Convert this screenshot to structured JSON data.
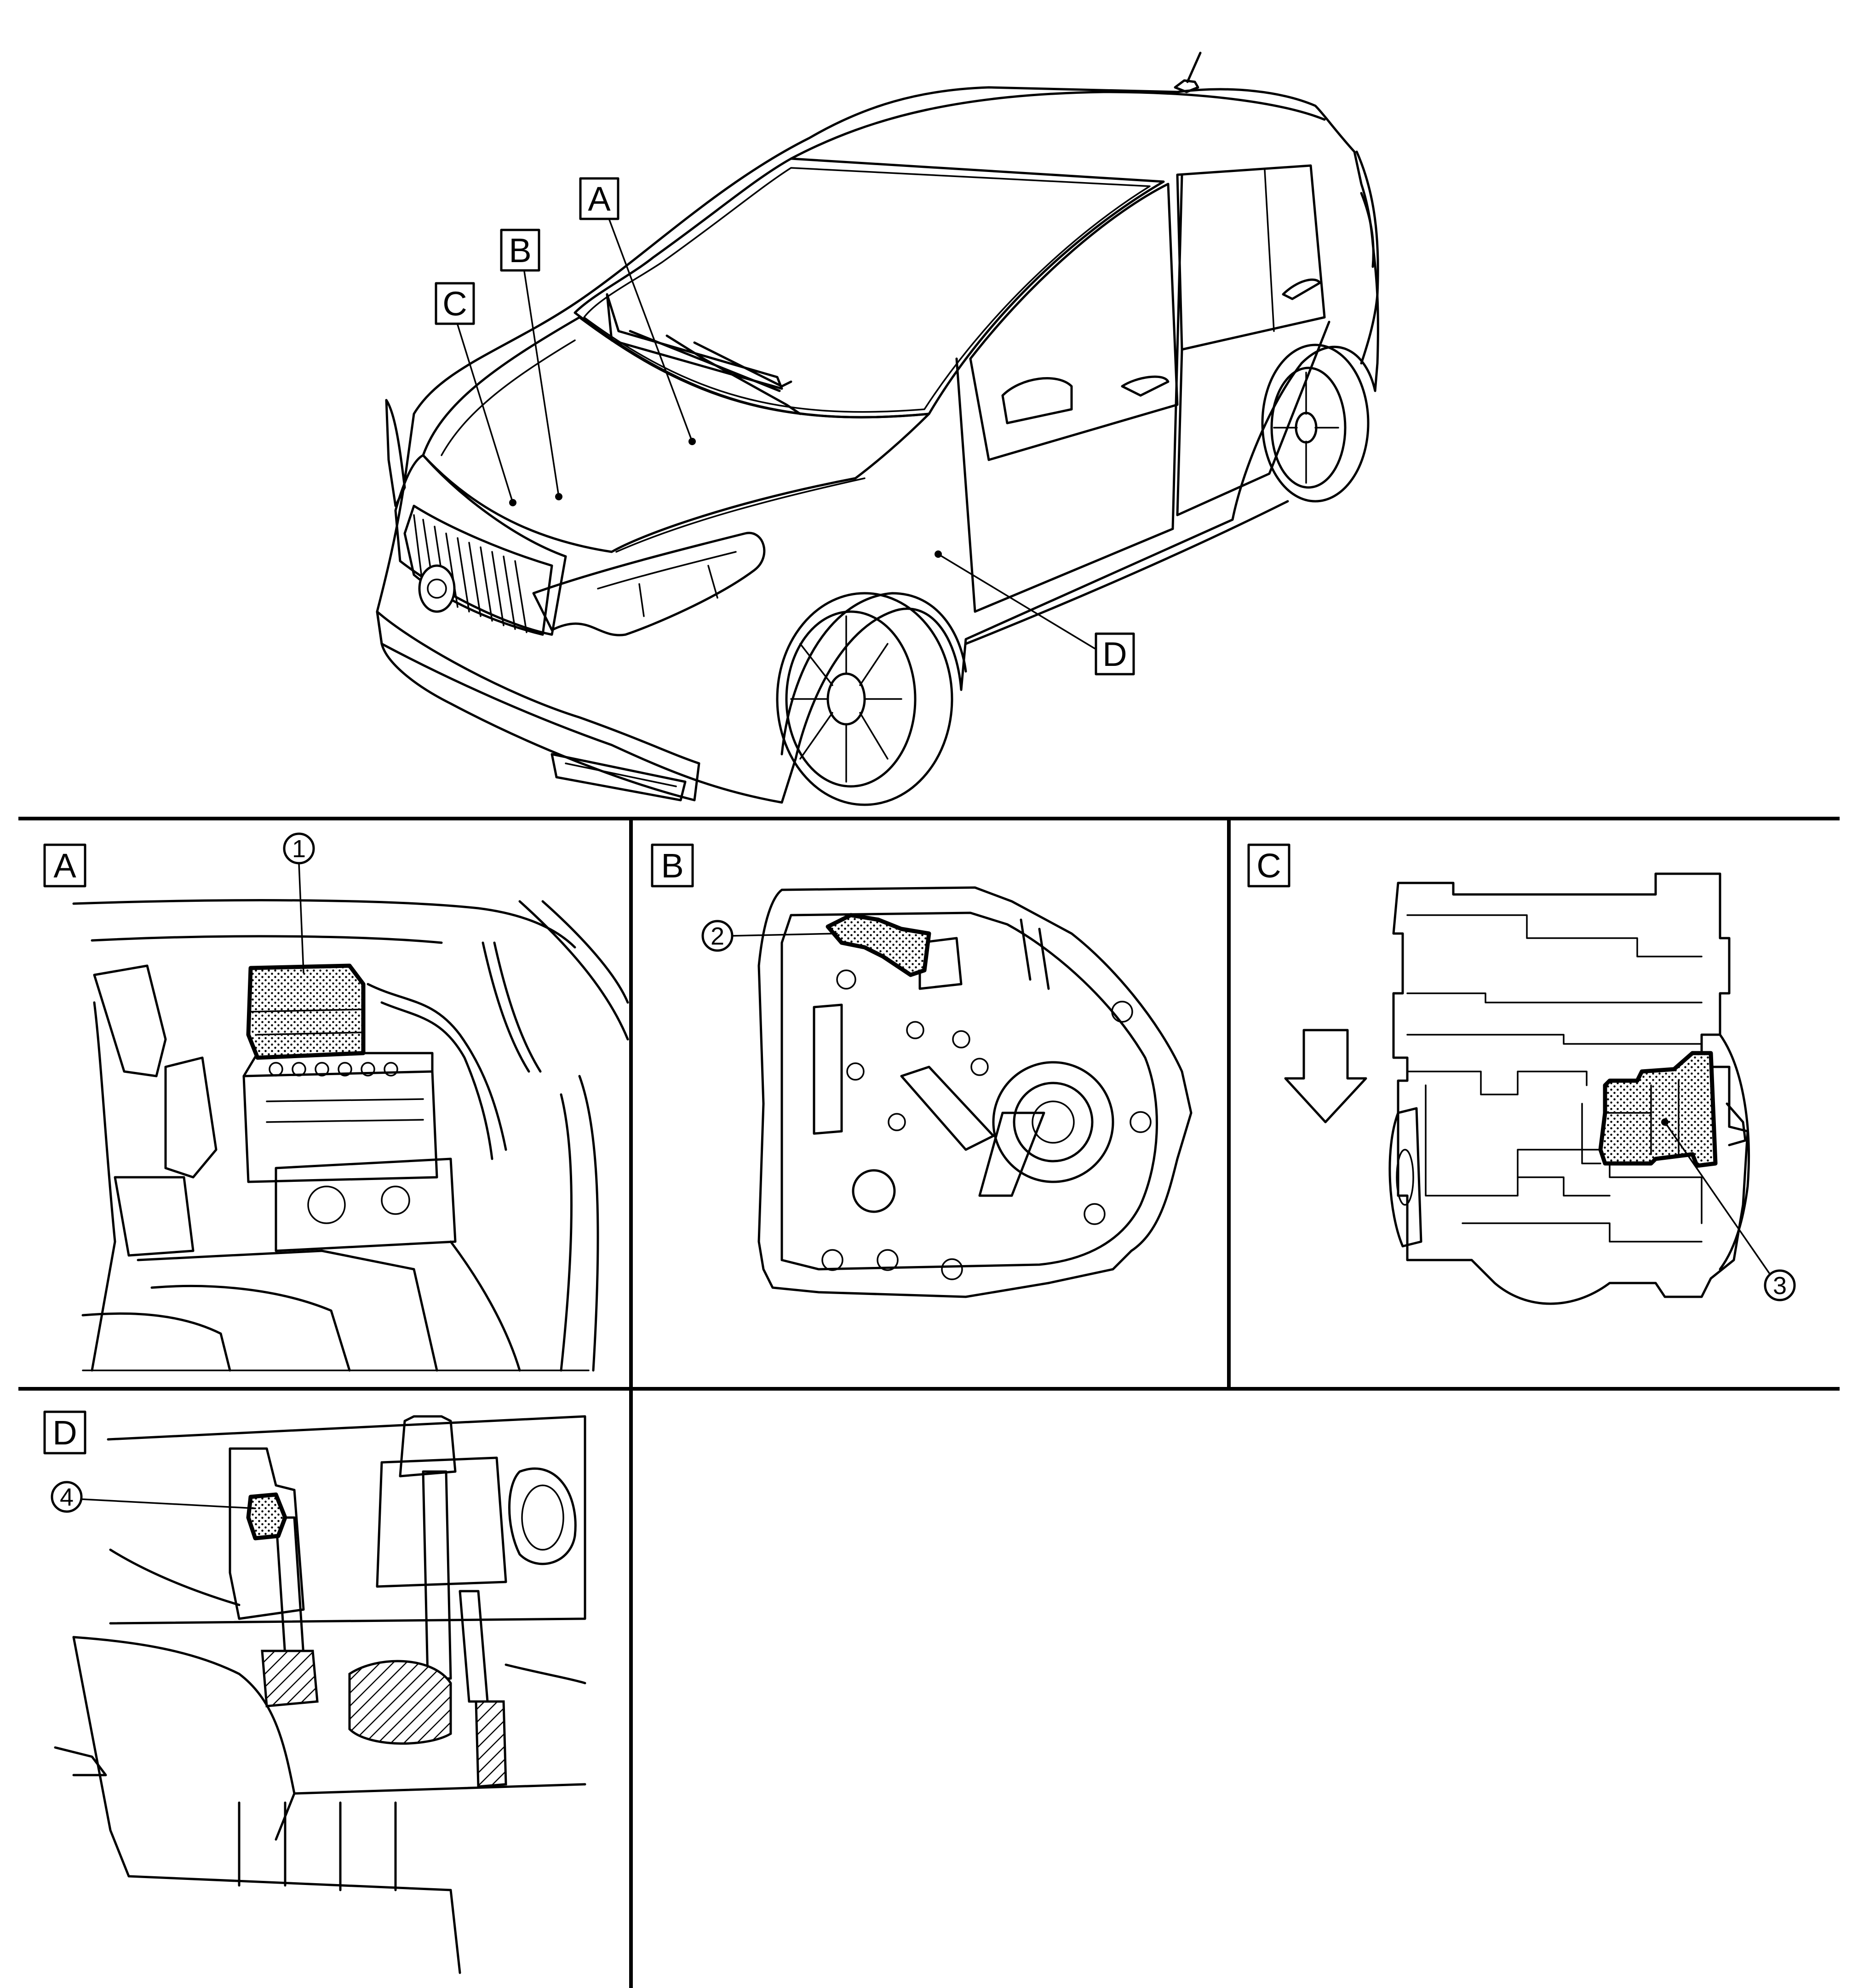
{
  "overview": {
    "view_labels": [
      "A",
      "B",
      "C",
      "D"
    ]
  },
  "panels": [
    {
      "id": "A",
      "label": "A",
      "callouts": [
        "1"
      ]
    },
    {
      "id": "B",
      "label": "B",
      "callouts": [
        "2"
      ]
    },
    {
      "id": "C",
      "label": "C",
      "callouts": [
        "3"
      ]
    },
    {
      "id": "D",
      "label": "D",
      "callouts": [
        "4"
      ]
    }
  ],
  "icons": {
    "view_direction": "down-arrow-icon"
  },
  "colors": {
    "line": "#000000",
    "background": "#ffffff"
  }
}
